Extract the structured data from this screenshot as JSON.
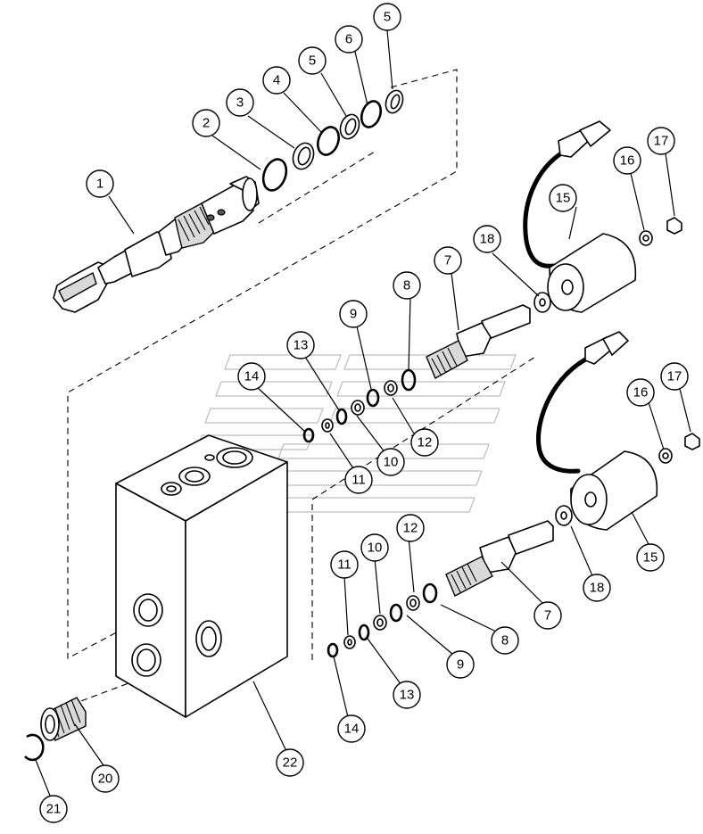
{
  "callouts": [
    "1",
    "2",
    "3",
    "4",
    "5",
    "6",
    "5",
    "7",
    "8",
    "9",
    "10",
    "11",
    "12",
    "13",
    "14",
    "15",
    "16",
    "17",
    "18",
    "7",
    "8",
    "9",
    "10",
    "11",
    "12",
    "13",
    "14",
    "15",
    "16",
    "17",
    "18",
    "20",
    "21",
    "22"
  ],
  "colors": {
    "line": "#000000",
    "shade": "#d9d9d9",
    "watermark": "#bdbdbd"
  }
}
